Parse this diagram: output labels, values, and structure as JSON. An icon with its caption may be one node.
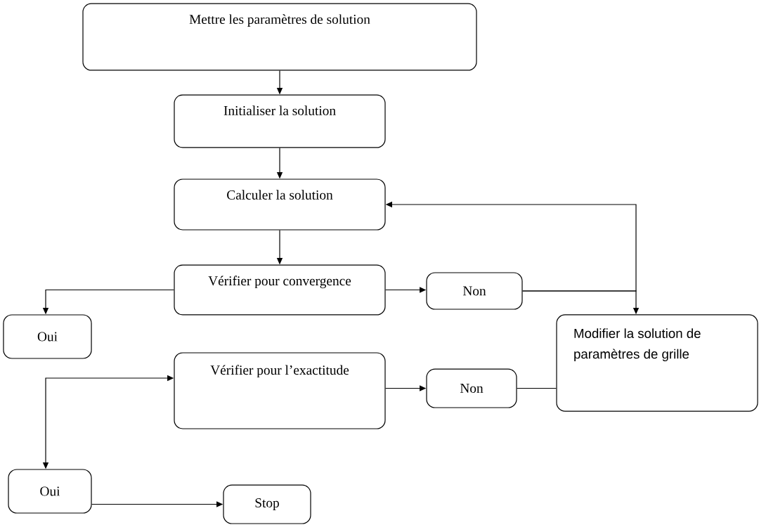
{
  "diagram": {
    "nodes": [
      {
        "text": [
          "Mettre les paramètres de solution"
        ]
      },
      {
        "text": [
          "Initialiser  la solution"
        ]
      },
      {
        "text": [
          "Calculer la solution"
        ]
      },
      {
        "text": [
          "Vérifier pour convergence"
        ]
      },
      {
        "text": [
          "Non"
        ]
      },
      {
        "text": [
          "Oui"
        ]
      },
      {
        "text": [
          "Modifier la solution de paramètres de grille"
        ]
      },
      {
        "text": [
          "Vérifier pour l’exactitude"
        ]
      },
      {
        "text": [
          "Non"
        ]
      },
      {
        "text": [
          "Oui"
        ]
      },
      {
        "text": [
          "Stop"
        ]
      }
    ],
    "edges": [
      {
        "from": 0,
        "to": 1,
        "arrow": "to"
      },
      {
        "from": 1,
        "to": 2,
        "arrow": "to"
      },
      {
        "from": 2,
        "to": 3,
        "arrow": "to"
      },
      {
        "from": 3,
        "to": 5,
        "arrow": "to"
      },
      {
        "from": 3,
        "to": 4,
        "arrow": "to"
      },
      {
        "from": 4,
        "to": 2,
        "arrow": "to"
      },
      {
        "from": 4,
        "to": 6,
        "arrow": "to"
      },
      {
        "from": 7,
        "to": 8,
        "arrow": "to"
      },
      {
        "from": 8,
        "to": 6,
        "arrow": "none"
      },
      {
        "from": 7,
        "to": 9,
        "arrow": "both"
      },
      {
        "from": 9,
        "to": 10,
        "arrow": "to"
      }
    ]
  }
}
